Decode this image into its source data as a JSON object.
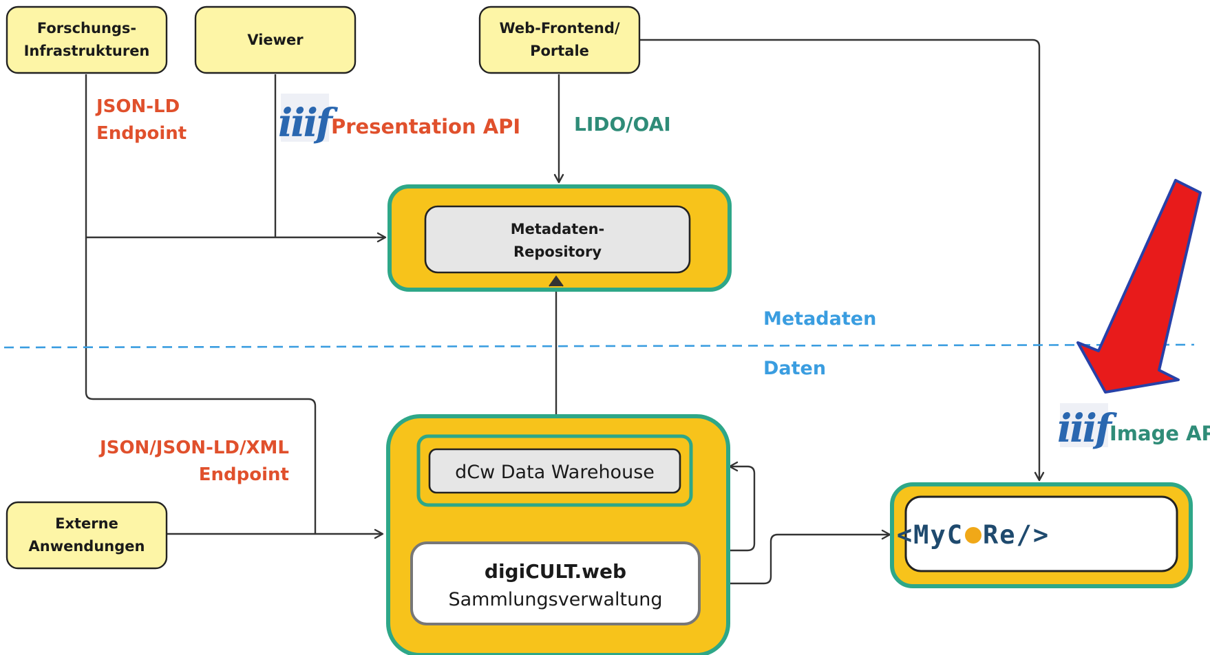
{
  "nodes": {
    "forschung": {
      "line1": "Forschungs-",
      "line2": "Infrastrukturen"
    },
    "viewer": {
      "label": "Viewer"
    },
    "webfrontend": {
      "line1": "Web-Frontend/",
      "line2": "Portale"
    },
    "metadaten_repo": {
      "line1": "Metadaten-",
      "line2": "Repository"
    },
    "dcw": {
      "label": "dCw Data Warehouse"
    },
    "digicult": {
      "line1": "digiCULT.web",
      "line2": "Sammlungsverwaltung"
    },
    "externe": {
      "line1": "Externe",
      "line2": "Anwendungen"
    },
    "mycore": {
      "label": "<MyCoRe/>",
      "pre": "<MyC",
      "dot_letter": "o",
      "post": "Re/>"
    }
  },
  "labels": {
    "jsonld_1": "JSON-LD",
    "jsonld_2": "Endpoint",
    "presentation_api": "Presentation API",
    "lido_oai": "LIDO/OAI",
    "metadaten": "Metadaten",
    "daten": "Daten",
    "json_xml_1": "JSON/JSON-LD/XML",
    "json_xml_2": "Endpoint",
    "image_api": "Image API"
  },
  "logos": {
    "iiif_text": "iiif"
  },
  "colors": {
    "node_fill": "#fdf5a6",
    "container_fill": "#f7c31b",
    "container_border": "#2ea788",
    "inner_grey": "#e6e6e6",
    "label_red": "#e0502c",
    "label_teal": "#2f8c78",
    "label_blue": "#3a9de0",
    "divider_blue": "#3a9de0",
    "arrow_red": "#e81b1b",
    "arrow_border": "#2741a8",
    "iiif_blue": "#2a67b0",
    "iiif_red": "#d52b1e"
  }
}
